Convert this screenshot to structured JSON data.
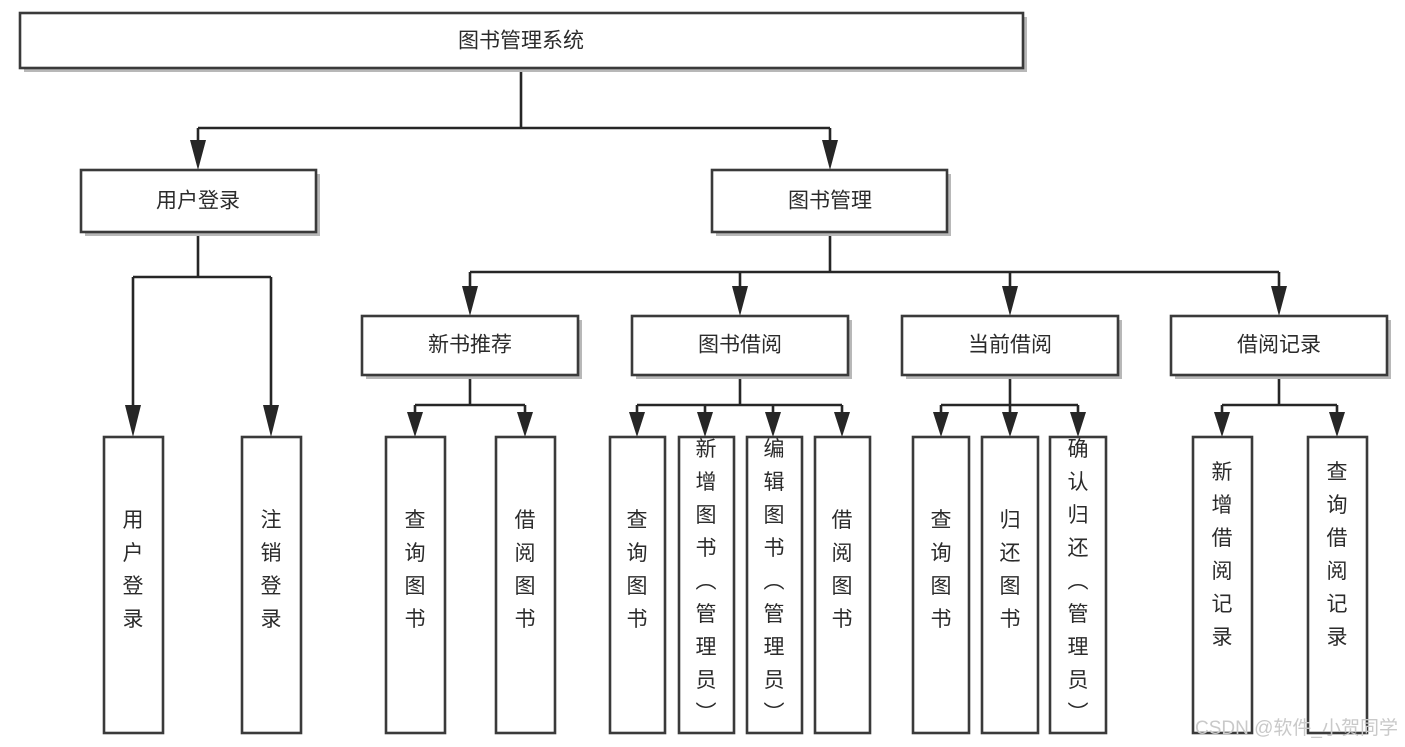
{
  "diagram": {
    "title": "图书管理系统",
    "type": "功能结构图",
    "watermark": "CSDN @软件_小贺同学",
    "colors": {
      "box_stroke": "#3a3a3a",
      "connector": "#262626",
      "background": "#ffffff",
      "text": "#2b2b2b",
      "watermark": "#c9c9c9"
    },
    "root": {
      "label": "图书管理系统"
    },
    "level2": [
      {
        "label": "用户登录"
      },
      {
        "label": "图书管理"
      }
    ],
    "level3": [
      {
        "label": "新书推荐"
      },
      {
        "label": "图书借阅"
      },
      {
        "label": "当前借阅"
      },
      {
        "label": "借阅记录"
      }
    ],
    "leaves": {
      "user_login": [
        {
          "label": "用户登录"
        },
        {
          "label": "注销登录"
        }
      ],
      "new_book_recommend": [
        {
          "label": "查询图书"
        },
        {
          "label": "借阅图书"
        }
      ],
      "book_borrow": [
        {
          "label": "查询图书"
        },
        {
          "label": "新增图书（管理员）"
        },
        {
          "label": "编辑图书（管理员）"
        },
        {
          "label": "借阅图书"
        }
      ],
      "current_borrow": [
        {
          "label": "查询图书"
        },
        {
          "label": "归还图书"
        },
        {
          "label": "确认归还（管理员）"
        }
      ],
      "borrow_record": [
        {
          "label": "新增借阅记录"
        },
        {
          "label": "查询借阅记录"
        }
      ]
    }
  }
}
